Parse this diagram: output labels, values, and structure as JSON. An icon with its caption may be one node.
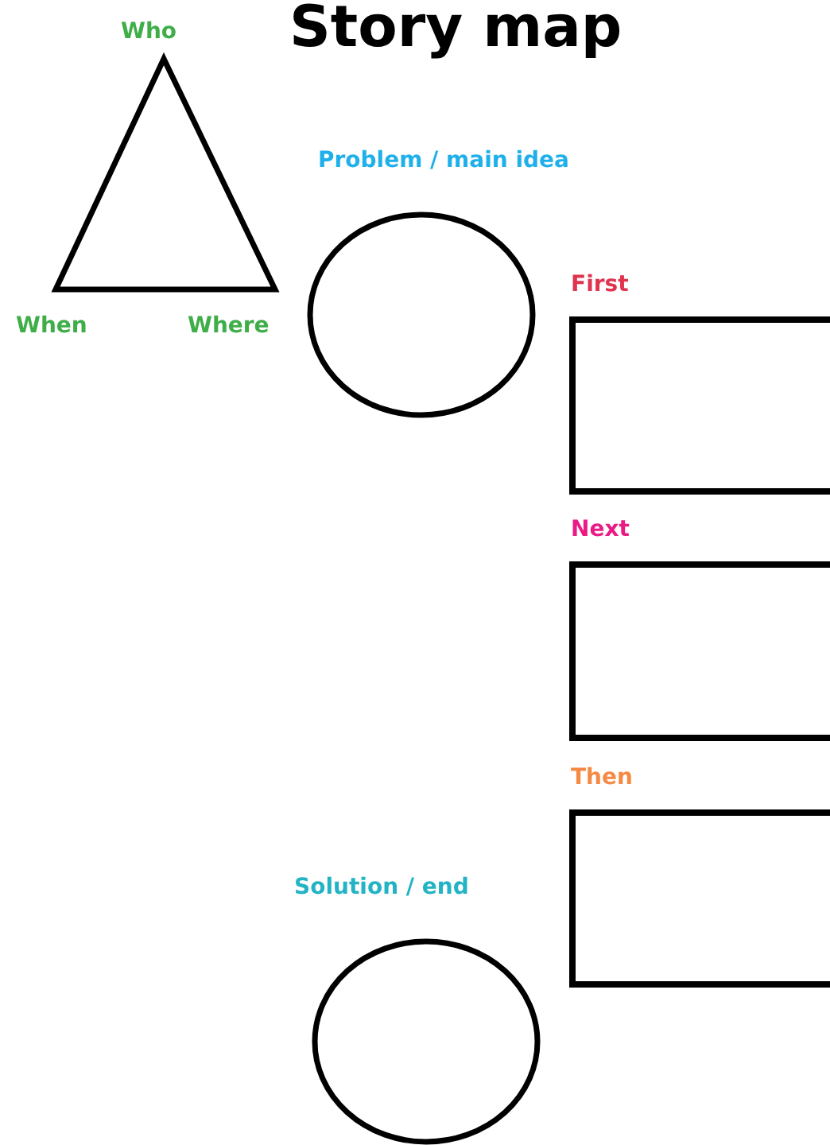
{
  "diagram": {
    "title": "Story map",
    "nodes": [
      {
        "text": [
          "Who",
          "When",
          "Where"
        ]
      },
      {
        "text": [
          "Problem / main idea"
        ]
      },
      {
        "text": [
          "First"
        ]
      },
      {
        "text": [
          "Next"
        ]
      },
      {
        "text": [
          "Then"
        ]
      },
      {
        "text": [
          "Solution / end"
        ]
      }
    ]
  }
}
